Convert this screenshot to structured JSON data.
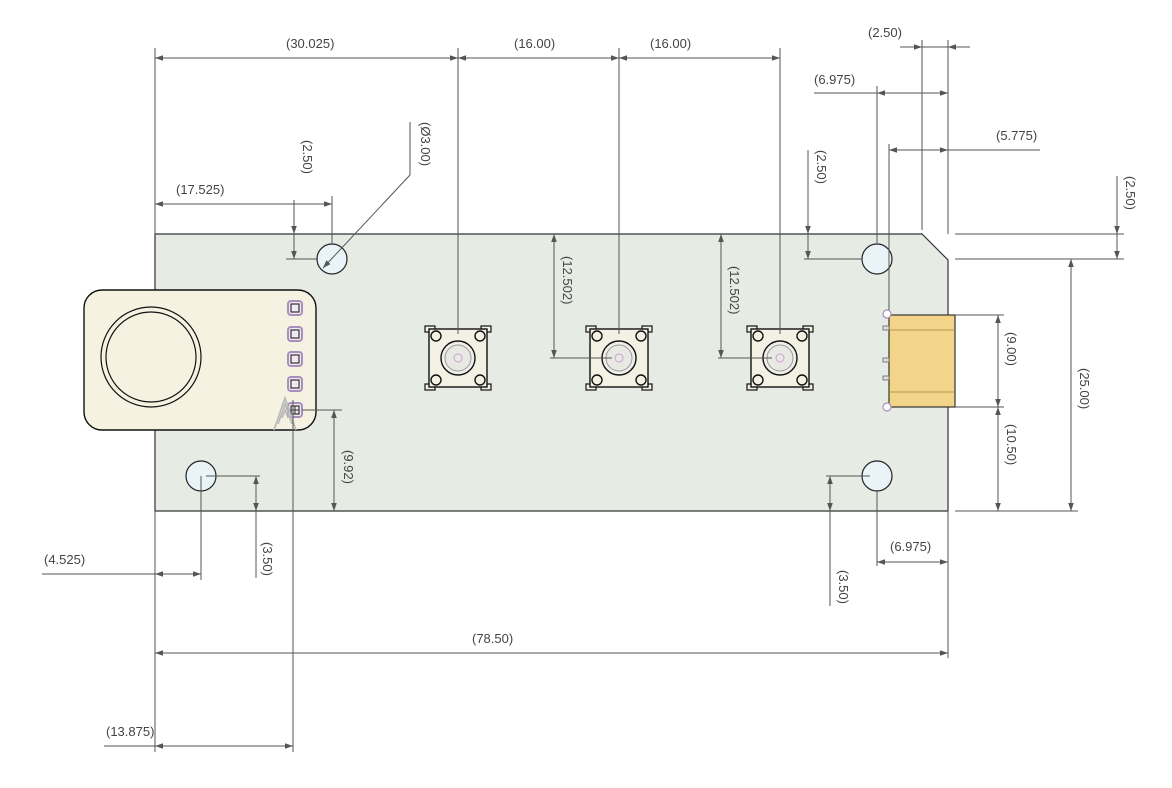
{
  "drawing": {
    "dimensions": {
      "d_30_025": "(30.025)",
      "d_16_00_a": "(16.00)",
      "d_16_00_b": "(16.00)",
      "d_2_50_top_right": "(2.50)",
      "d_6_975_top": "(6.975)",
      "d_5_775": "(5.775)",
      "d_phi_3_00": "(Ø3.00)",
      "d_2_50_left": "(2.50)",
      "d_17_525": "(17.525)",
      "d_2_50_mid_right": "(2.50)",
      "d_2_50_far_right": "(2.50)",
      "d_12_502_a": "(12.502)",
      "d_12_502_b": "(12.502)",
      "d_9_00": "(9.00)",
      "d_25_00": "(25.00)",
      "d_10_50": "(10.50)",
      "d_9_92": "(9.92)",
      "d_4_525": "(4.525)",
      "d_3_50_left": "(3.50)",
      "d_3_50_right": "(3.50)",
      "d_6_975_bottom": "(6.975)",
      "d_78_50": "(78.50)",
      "d_13_875": "(13.875)"
    },
    "colors": {
      "board": "#e6ebe4",
      "hole": "#eaf3f7",
      "connector": "#f3d58a",
      "pin_pad": "#a98fc0",
      "dimension_line": "#555555"
    }
  }
}
